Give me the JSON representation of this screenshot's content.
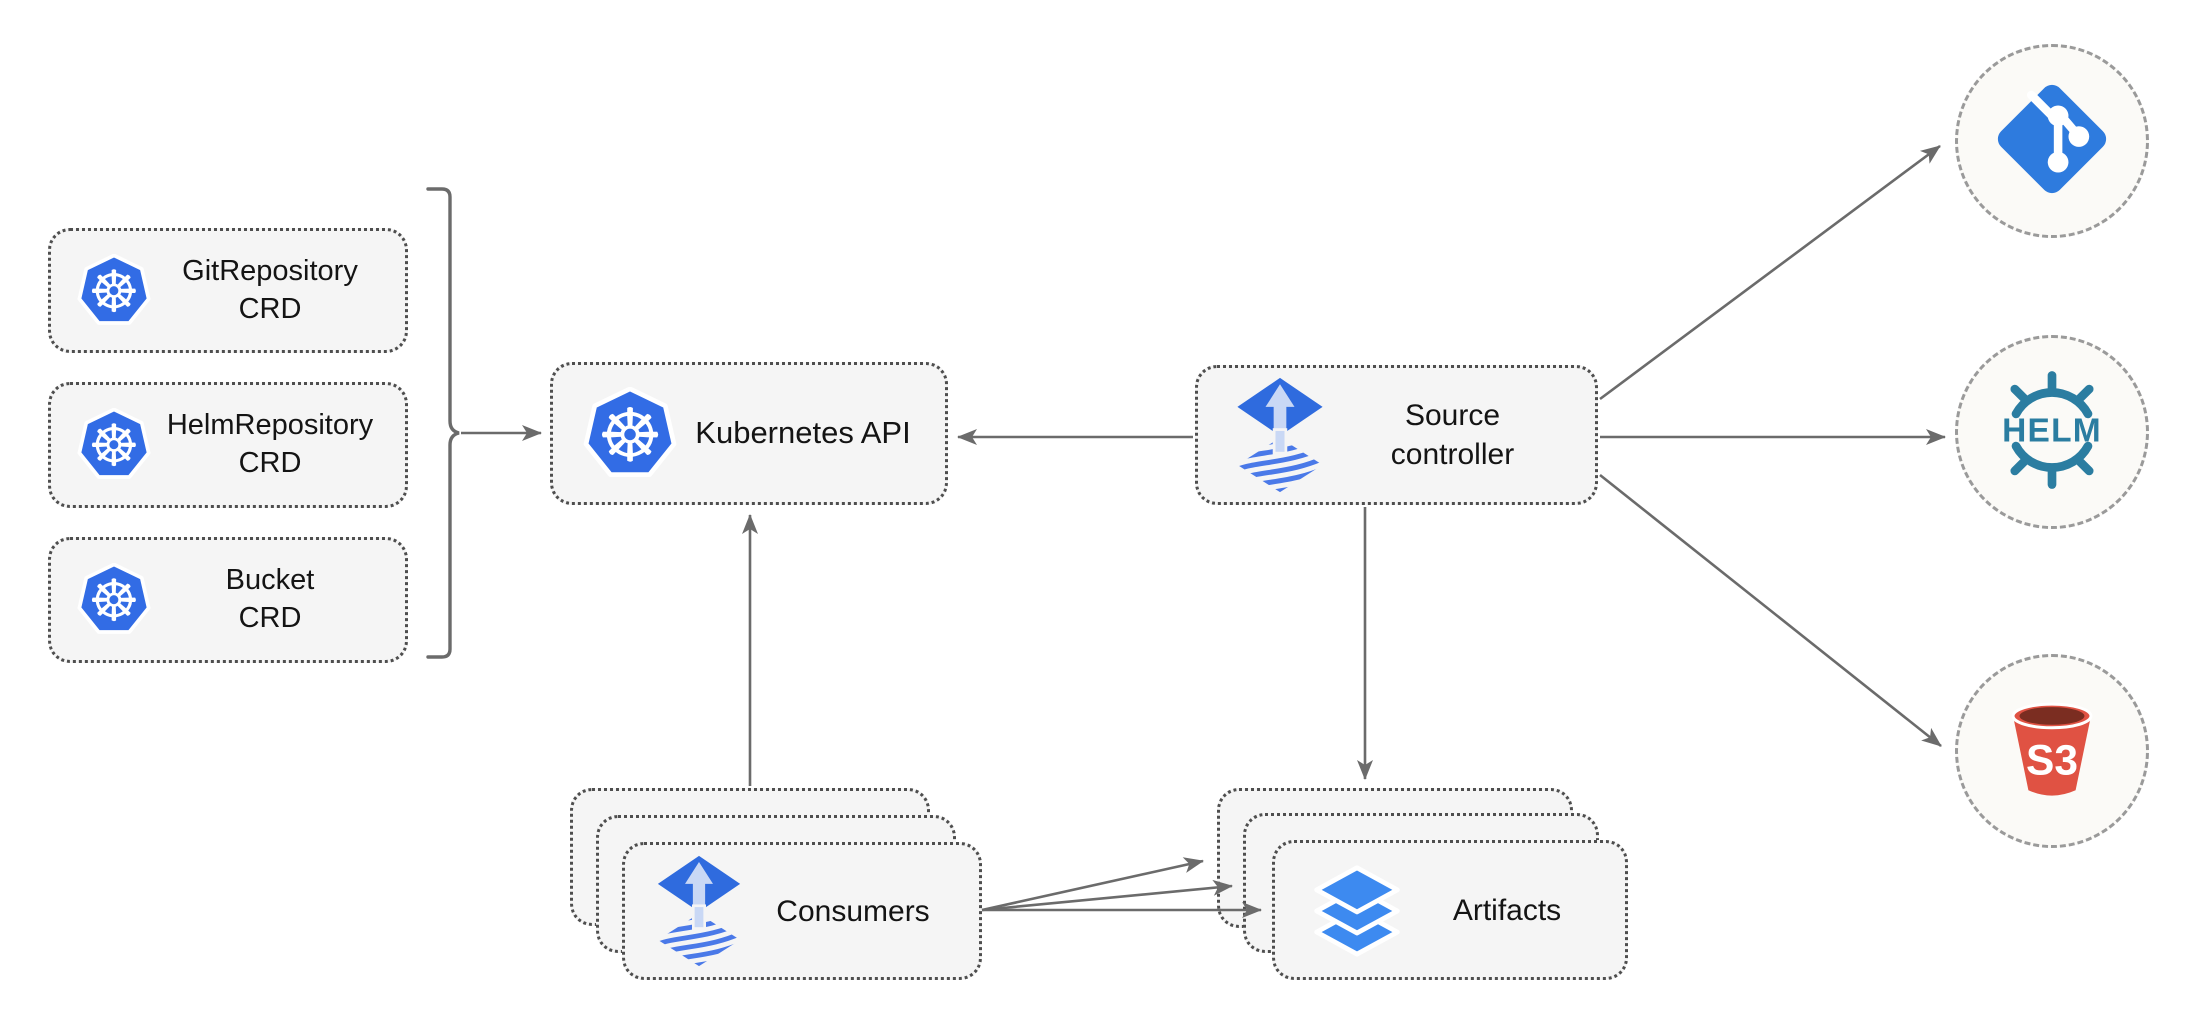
{
  "nodes": {
    "crds": [
      {
        "id": "gitrepository-crd",
        "line1": "GitRepository",
        "line2": "CRD",
        "icon": "kubernetes-icon"
      },
      {
        "id": "helmrepository-crd",
        "line1": "HelmRepository",
        "line2": "CRD",
        "icon": "kubernetes-icon"
      },
      {
        "id": "bucket-crd",
        "line1": "Bucket",
        "line2": "CRD",
        "icon": "kubernetes-icon"
      }
    ],
    "kubernetes_api": {
      "label": "Kubernetes API",
      "icon": "kubernetes-icon"
    },
    "source_controller": {
      "line1": "Source",
      "line2": "controller",
      "icon": "flux-source-icon"
    },
    "consumers": {
      "label": "Consumers",
      "icon": "flux-source-icon",
      "stack_count": 3
    },
    "artifacts": {
      "label": "Artifacts",
      "icon": "layers-icon",
      "stack_count": 3
    },
    "externals": [
      {
        "id": "git-repository",
        "icon": "git-icon",
        "label": ""
      },
      {
        "id": "helm-repository",
        "icon": "helm-icon",
        "label": "HELM"
      },
      {
        "id": "s3-bucket",
        "icon": "s3-bucket-icon",
        "label": "S3"
      }
    ]
  },
  "icons": {
    "kubernetes_wheel_glyph": "☸"
  },
  "edges": [
    {
      "from": "crd-group-bracket",
      "to": "kubernetes-api",
      "arrow": true
    },
    {
      "from": "source-controller",
      "to": "kubernetes-api",
      "arrow": true
    },
    {
      "from": "consumers",
      "to": "kubernetes-api",
      "arrow": true
    },
    {
      "from": "source-controller",
      "to": "git-repository",
      "arrow": true
    },
    {
      "from": "source-controller",
      "to": "helm-repository",
      "arrow": true
    },
    {
      "from": "source-controller",
      "to": "s3-bucket",
      "arrow": true
    },
    {
      "from": "source-controller",
      "to": "artifacts",
      "arrow": true
    },
    {
      "from": "consumers",
      "to": "artifacts",
      "arrow": true,
      "count": 3
    }
  ],
  "colors": {
    "kubernetes_blue": "#326CE5",
    "flux_blue": "#2F6BDE",
    "flux_stripe_blue": "#4A79E8",
    "flux_arrow_light": "#C9D8F5",
    "git_blue": "#2E7BDE",
    "helm_teal": "#2B7DA1",
    "s3_red": "#E05243",
    "s3_dark_red": "#7B2D21",
    "layers_blue": "#3D8AF0",
    "node_fill": "#F5F5F5",
    "node_border": "#4E4E4E",
    "circle_fill": "#FBFAF7",
    "circle_border": "#9A9A9A",
    "connector_gray": "#6B6B6B",
    "text_color": "#141414",
    "background": "#FFFFFF"
  }
}
